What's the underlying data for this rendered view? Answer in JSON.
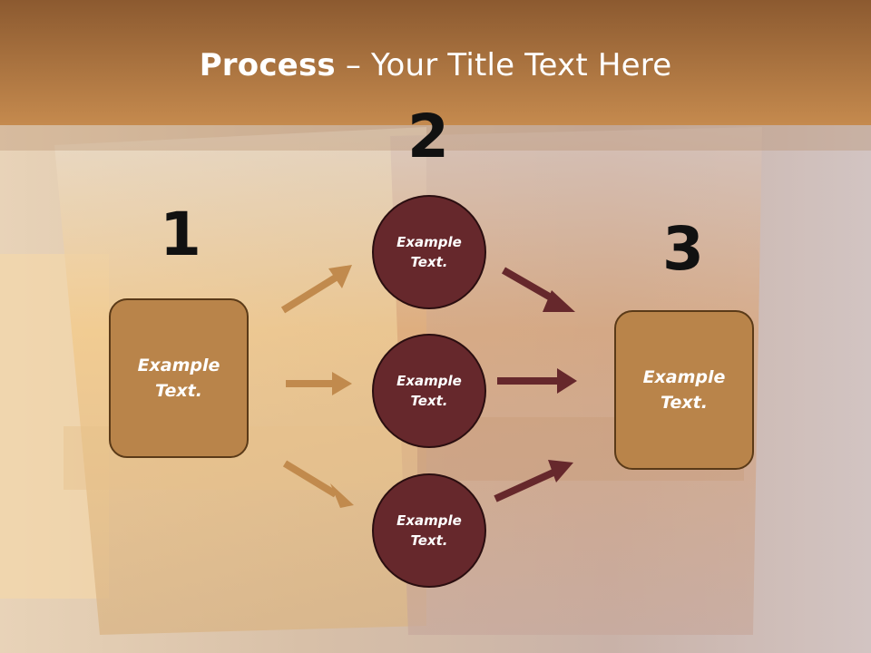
{
  "title": {
    "bold": "Process",
    "rest": " – Your Title Text Here"
  },
  "steps": {
    "one": {
      "number": "1",
      "text": "Example Text."
    },
    "two": {
      "number": "2"
    },
    "three": {
      "number": "3",
      "text": "Example Text."
    }
  },
  "nodes": [
    {
      "text": "Example Text."
    },
    {
      "text": "Example Text."
    },
    {
      "text": "Example Text."
    }
  ],
  "colors": {
    "box_fill": "#b9844a",
    "circle_fill": "#66282c",
    "arrow_left": "#c18a4d",
    "arrow_right": "#66282c",
    "title_bar_top": "#8c5a30",
    "title_bar_bottom": "#c58a4e"
  }
}
